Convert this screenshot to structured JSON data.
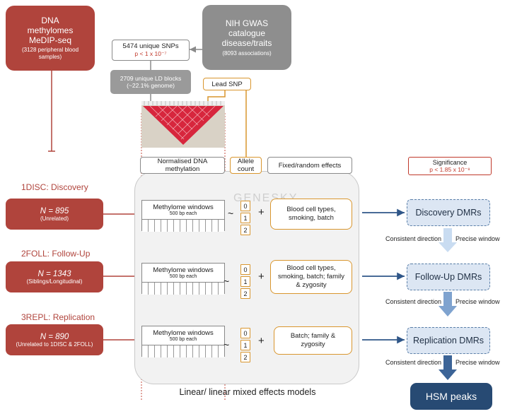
{
  "dna_box": {
    "line1": "DNA",
    "line2": "methylomes",
    "line3": "MeDIP-seq",
    "line4": "(3128 peripheral blood",
    "line5": "samples)"
  },
  "nih_box": {
    "line1": "NIH GWAS",
    "line2": "catalogue",
    "line3": "disease/traits",
    "line4": "(8093 associations)"
  },
  "snps_box": {
    "line1": "5474 unique SNPs",
    "pvalue": "p < 1 x 10⁻⁷"
  },
  "ld_box": {
    "line1": "2709 unique LD blocks",
    "line2": "(~22.1% genome)"
  },
  "lead_snp": "Lead SNP",
  "headers": {
    "normalised": "Normalised DNA methylation",
    "allele": "Allele count",
    "effects": "Fixed/random effects",
    "significance": "Significance",
    "significance_p": "p < 1.85 x 10⁻⁸"
  },
  "watermark": "GENESKY",
  "stages": [
    {
      "label": "1DISC: Discovery",
      "n": "N = 895",
      "sub": "(Unrelated)",
      "mw_title": "Methylome windows",
      "mw_sub": "500 bp each",
      "alleles": [
        "0",
        "1",
        "2"
      ],
      "effects": "Blood cell types, smoking, batch",
      "dmr": "Discovery DMRs"
    },
    {
      "label": "2FOLL: Follow-Up",
      "n": "N = 1343",
      "sub": "(Siblings/Longitudinal)",
      "mw_title": "Methylome windows",
      "mw_sub": "500 bp each",
      "alleles": [
        "0",
        "1",
        "2"
      ],
      "effects": "Blood cell types, smoking, batch; family & zygosity",
      "dmr": "Follow-Up DMRs"
    },
    {
      "label": "3REPL: Replication",
      "n": "N = 890",
      "sub": "(Unrelated to 1DISC & 2FOLL)",
      "mw_title": "Methylome windows",
      "mw_sub": "500 bp each",
      "alleles": [
        "0",
        "1",
        "2"
      ],
      "effects": "Batch; family & zygosity",
      "dmr": "Replication DMRs"
    }
  ],
  "tilde": "~",
  "plus": "+",
  "consistent": "Consistent direction",
  "precise": "Precise window",
  "model_label": "Linear/ linear mixed effects models",
  "hsm": "HSM peaks"
}
